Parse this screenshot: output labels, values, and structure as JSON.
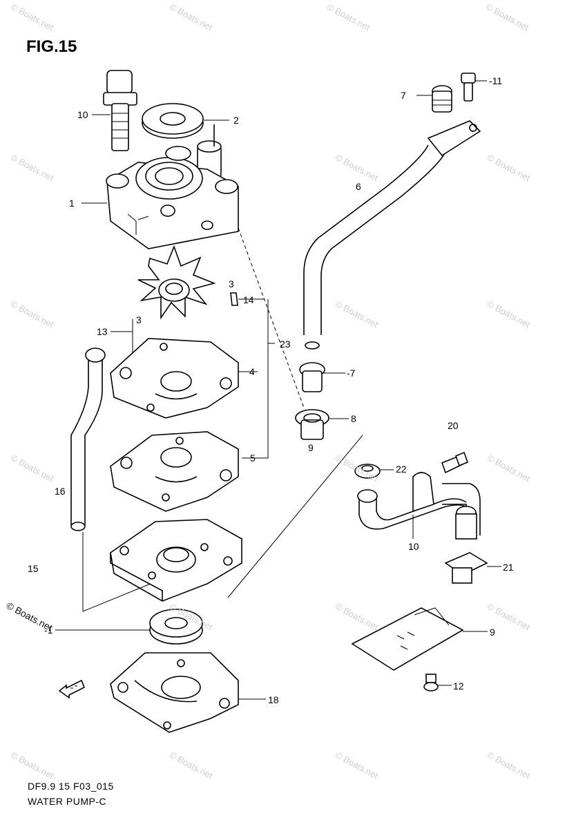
{
  "figure": {
    "title": "FIG.15",
    "code": "DF9.9 15 F03_015",
    "name": "WATER PUMP-C"
  },
  "watermark": {
    "text": "© Boats.net",
    "brand_text": "© Boats.net"
  },
  "callouts": {
    "c1": "1",
    "c2": "2",
    "c3": "3",
    "c3b": "3",
    "c4": "4",
    "c5": "5",
    "c6": "6",
    "c7a": "7",
    "c7b": "-7",
    "c8": "8",
    "c9": "9",
    "c9b": "9",
    "c10a": "10",
    "c10b": "10",
    "c11": "-11",
    "c12": "12",
    "c13": "13",
    "c14": "14",
    "c15": "15",
    "c16": "16",
    "c17": "-1",
    "c18": "18",
    "c20": "20",
    "c21": "21",
    "c22": "22",
    "c23": "23"
  },
  "icons": {
    "forward_arrow": "fwd-arrow-icon"
  }
}
